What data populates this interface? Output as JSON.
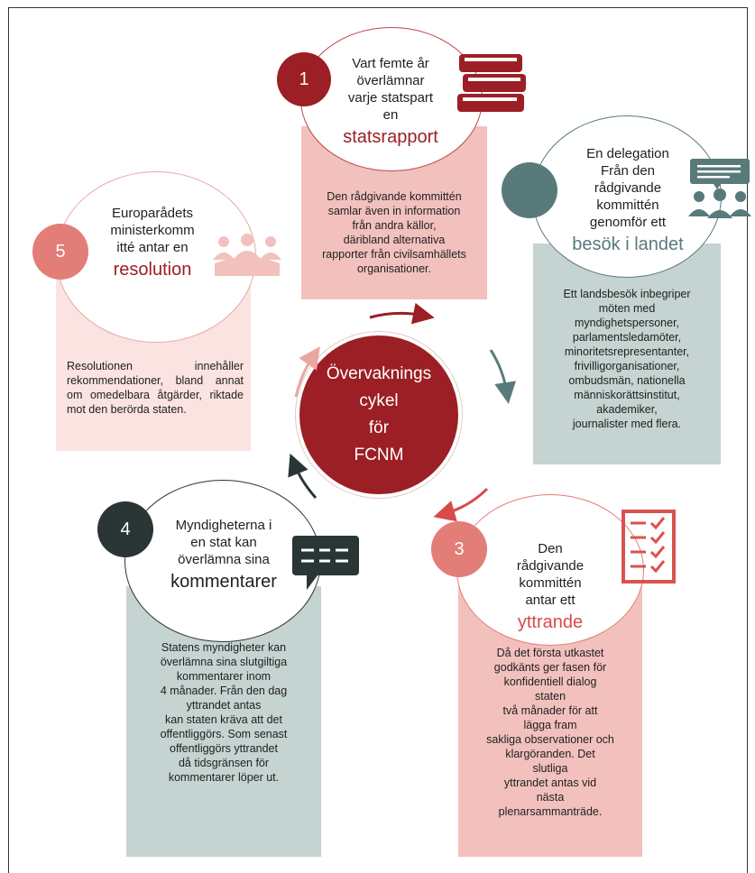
{
  "center": {
    "title": "Övervaknings\ncykel\nför\nFCNM"
  },
  "steps": [
    {
      "number": "1",
      "circle_text": "Vart femte år\növerlämnar\nvarje statspart\nen",
      "keyword": "statsrapport",
      "panel_text": "Den rådgivande kommittén\nsamlar även in information\nfrån andra källor,\ndäribland alternativa\nrapporter från civilsamhällets\norganisationer.",
      "icon": "books-icon"
    },
    {
      "number": "",
      "circle_text": "En delegation\nFrån den\nrådgivande\nkommittén\ngenomför ett",
      "keyword": "besök i landet",
      "panel_text": "Ett landsbesök inbegriper\nmöten med\nmyndighetspersoner,\nparlamentsledamöter,\nminoritetsrepresentanter,\nfrivilligorganisationer,\nombudsmän, nationella\nmänniskorättsinstitut,\nakademiker,\njournalister med flera.",
      "icon": "meeting-icon"
    },
    {
      "number": "3",
      "circle_text": "Den\nrådgivande\nkommittén\nantar ett",
      "keyword": "yttrande",
      "panel_text": "Då det första utkastet\ngodkänts ger fasen för\nkonfidentiell dialog\nstaten\ntvå månader för att\nlägga fram\nsakliga observationer och\nklargöranden. Det\nslutliga\nyttrandet antas vid\nnästa\nplenarsammanträde.",
      "icon": "checklist-icon"
    },
    {
      "number": "4",
      "circle_text": "Myndigheterna i\nen stat kan\növerlämna sina",
      "keyword": "kommentarer",
      "panel_text": "Statens myndigheter kan\növerlämna sina slutgiltiga\nkommentarer inom\n4 månader. Från den dag\nyttrandet antas\nkan staten kräva att det\noffentliggörs. Som senast\noffentliggörs yttrandet\ndå tidsgränsen för\nkommentarer löper ut.",
      "icon": "speech-bubble-icon"
    },
    {
      "number": "5",
      "circle_text": "Europarådets\nministerkomm\nitté antar en",
      "keyword": "resolution",
      "panel_text": "Resolutionen innehåller rekommendationer, bland annat om omedelbara åtgärder, riktade mot den berörda staten.",
      "icon": "people-table-icon"
    }
  ],
  "colors": {
    "dark_red": "#9b1f25",
    "pink": "#f2c1bd",
    "salmon": "#e27d78",
    "teal_gray": "#c5d3d1",
    "teal": "#587a7b",
    "charcoal": "#2a3535",
    "light_pink": "#fae3e1"
  }
}
